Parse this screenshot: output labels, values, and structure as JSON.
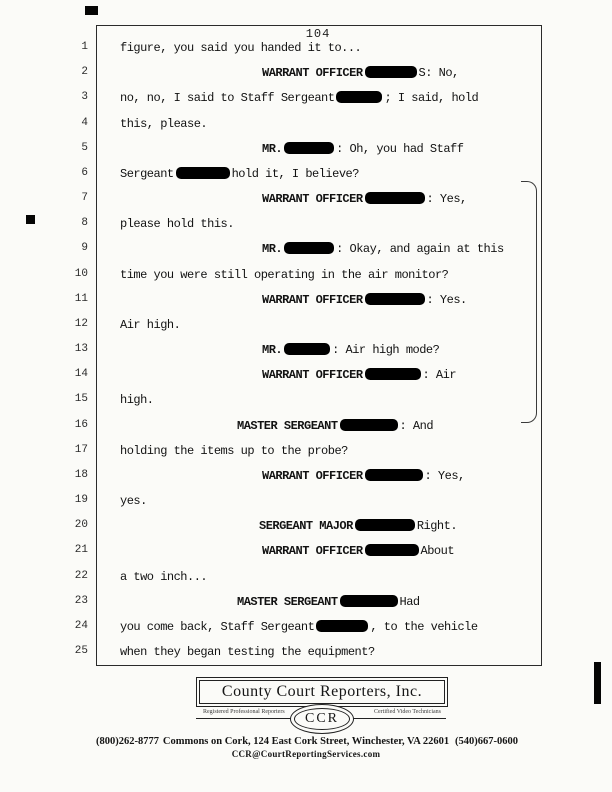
{
  "page": {
    "number": "104"
  },
  "transcript": {
    "lines": [
      {
        "n": "1",
        "indent": 24,
        "seg": [
          {
            "t": "x",
            "v": "figure, you said you handed it to..."
          }
        ]
      },
      {
        "n": "2",
        "indent": 166,
        "seg": [
          {
            "t": "x",
            "v": "WARRANT OFFICER",
            "b": 1
          },
          {
            "t": "r",
            "w": 52
          },
          {
            "t": "x",
            "v": "S: No,"
          }
        ]
      },
      {
        "n": "3",
        "indent": 24,
        "seg": [
          {
            "t": "x",
            "v": "no, no, I said to Staff Sergeant"
          },
          {
            "t": "r",
            "w": 46
          },
          {
            "t": "x",
            "v": "; I said, hold"
          }
        ]
      },
      {
        "n": "4",
        "indent": 24,
        "seg": [
          {
            "t": "x",
            "v": "this, please."
          }
        ]
      },
      {
        "n": "5",
        "indent": 166,
        "seg": [
          {
            "t": "x",
            "v": "MR.",
            "b": 1
          },
          {
            "t": "r",
            "w": 50
          },
          {
            "t": "x",
            "v": ": Oh, you had Staff"
          }
        ]
      },
      {
        "n": "6",
        "indent": 24,
        "seg": [
          {
            "t": "x",
            "v": "Sergeant"
          },
          {
            "t": "r",
            "w": 54
          },
          {
            "t": "x",
            "v": "hold it, I believe?"
          }
        ]
      },
      {
        "n": "7",
        "indent": 166,
        "seg": [
          {
            "t": "x",
            "v": "WARRANT OFFICER",
            "b": 1
          },
          {
            "t": "r",
            "w": 60
          },
          {
            "t": "x",
            "v": ": Yes,"
          }
        ]
      },
      {
        "n": "8",
        "indent": 24,
        "seg": [
          {
            "t": "x",
            "v": "please hold this."
          }
        ]
      },
      {
        "n": "9",
        "indent": 166,
        "seg": [
          {
            "t": "x",
            "v": "MR.",
            "b": 1
          },
          {
            "t": "r",
            "w": 50
          },
          {
            "t": "x",
            "v": ": Okay, and again at this"
          }
        ]
      },
      {
        "n": "10",
        "indent": 24,
        "seg": [
          {
            "t": "x",
            "v": "time you were still operating in the air monitor?"
          }
        ]
      },
      {
        "n": "11",
        "indent": 166,
        "seg": [
          {
            "t": "x",
            "v": "WARRANT OFFICER",
            "b": 1
          },
          {
            "t": "r",
            "w": 60
          },
          {
            "t": "x",
            "v": ": Yes."
          }
        ]
      },
      {
        "n": "12",
        "indent": 24,
        "seg": [
          {
            "t": "x",
            "v": "Air high."
          }
        ]
      },
      {
        "n": "13",
        "indent": 166,
        "seg": [
          {
            "t": "x",
            "v": "MR.",
            "b": 1
          },
          {
            "t": "r",
            "w": 46
          },
          {
            "t": "x",
            "v": ": Air high mode?"
          }
        ]
      },
      {
        "n": "14",
        "indent": 166,
        "seg": [
          {
            "t": "x",
            "v": "WARRANT OFFICER",
            "b": 1
          },
          {
            "t": "r",
            "w": 56
          },
          {
            "t": "x",
            "v": ": Air"
          }
        ]
      },
      {
        "n": "15",
        "indent": 24,
        "seg": [
          {
            "t": "x",
            "v": "high."
          }
        ]
      },
      {
        "n": "16",
        "indent": 141,
        "seg": [
          {
            "t": "x",
            "v": "MASTER SERGEANT",
            "b": 1
          },
          {
            "t": "r",
            "w": 58
          },
          {
            "t": "x",
            "v": ": And"
          }
        ]
      },
      {
        "n": "17",
        "indent": 24,
        "seg": [
          {
            "t": "x",
            "v": "holding the items up to the probe?"
          }
        ]
      },
      {
        "n": "18",
        "indent": 166,
        "seg": [
          {
            "t": "x",
            "v": "WARRANT OFFICER",
            "b": 1
          },
          {
            "t": "r",
            "w": 58
          },
          {
            "t": "x",
            "v": ": Yes,"
          }
        ]
      },
      {
        "n": "19",
        "indent": 24,
        "seg": [
          {
            "t": "x",
            "v": "yes."
          }
        ]
      },
      {
        "n": "20",
        "indent": 163,
        "seg": [
          {
            "t": "x",
            "v": "SERGEANT MAJOR",
            "b": 1
          },
          {
            "t": "r",
            "w": 60
          },
          {
            "t": "x",
            "v": "Right."
          }
        ]
      },
      {
        "n": "21",
        "indent": 166,
        "seg": [
          {
            "t": "x",
            "v": "WARRANT OFFICER",
            "b": 1
          },
          {
            "t": "r",
            "w": 54
          },
          {
            "t": "x",
            "v": "About"
          }
        ]
      },
      {
        "n": "22",
        "indent": 24,
        "seg": [
          {
            "t": "x",
            "v": "a two inch..."
          }
        ]
      },
      {
        "n": "23",
        "indent": 141,
        "seg": [
          {
            "t": "x",
            "v": "MASTER SERGEANT",
            "b": 1
          },
          {
            "t": "r",
            "w": 58
          },
          {
            "t": "x",
            "v": "Had"
          }
        ]
      },
      {
        "n": "24",
        "indent": 24,
        "seg": [
          {
            "t": "x",
            "v": "you come back, Staff Sergeant"
          },
          {
            "t": "r",
            "w": 52
          },
          {
            "t": "x",
            "v": ", to the vehicle"
          }
        ]
      },
      {
        "n": "25",
        "indent": 24,
        "seg": [
          {
            "t": "x",
            "v": "when they began testing the equipment?"
          }
        ]
      }
    ]
  },
  "footer": {
    "company_name": "County Court Reporters, Inc.",
    "left_credential": "Registered Professional Reporters",
    "right_credential": "Certified Video Technicians",
    "monogram": "CCR",
    "phone_left": "(800)262-8777",
    "address": "Commons on Cork, 124 East Cork Street, Winchester, VA  22601",
    "phone_right": "(540)667-0600",
    "email": "CCR@CourtReportingServices.com"
  }
}
